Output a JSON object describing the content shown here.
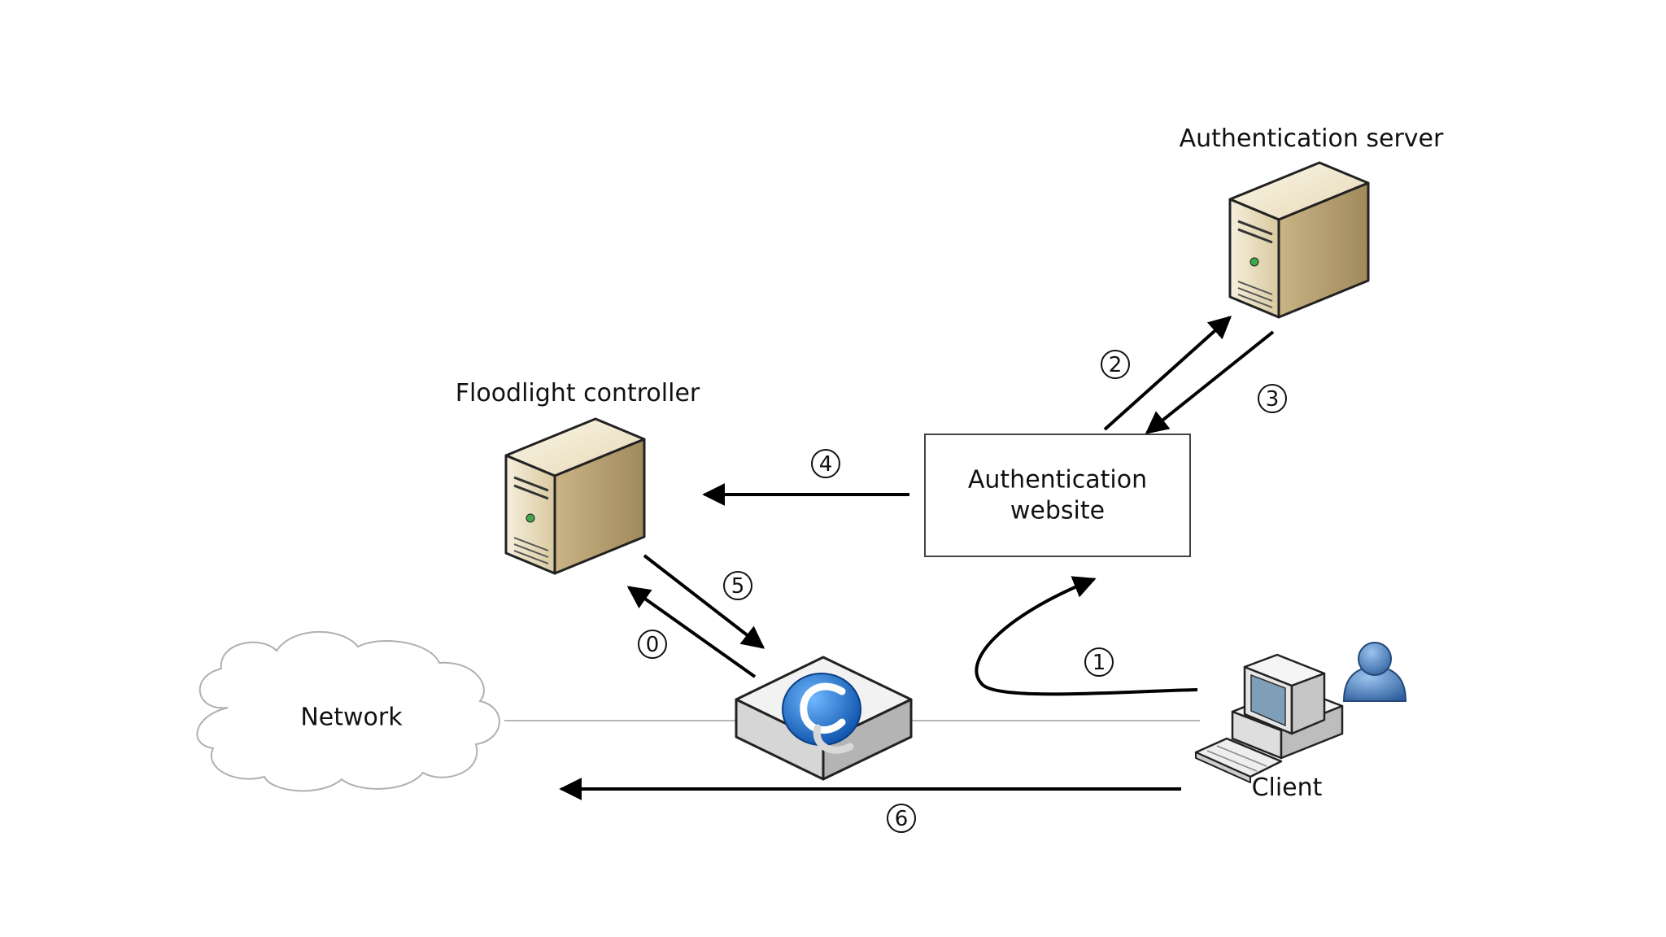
{
  "labels": {
    "auth_server": "Authentication server",
    "floodlight": "Floodlight controller",
    "auth_website_line1": "Authentication",
    "auth_website_line2": "website",
    "network": "Network",
    "client": "Client"
  },
  "steps": [
    "0",
    "1",
    "2",
    "3",
    "4",
    "5",
    "6"
  ],
  "colors": {
    "arrow": "#000000",
    "link": "#b8b8b8",
    "server_front": "#e8dcc0",
    "server_side": "#b8a37a",
    "switch_logo": "#1a6fc9",
    "user": "#4a7fc4"
  },
  "icons": [
    "server-icon",
    "openflow-switch-icon",
    "cloud-icon",
    "desktop-computer-icon",
    "user-icon"
  ]
}
